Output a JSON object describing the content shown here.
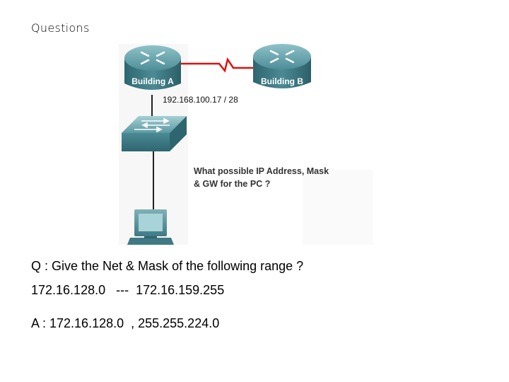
{
  "slide": {
    "title": "Questions"
  },
  "diagram": {
    "router_a_label": "Building A",
    "router_b_label": "Building B",
    "ip_label": "192.168.100.17 / 28",
    "question_line1": "What possible IP Address, Mask",
    "question_line2": "& GW for the PC ?",
    "colors": {
      "router_body": "#3f7f8a",
      "wan_link": "#e01010",
      "lan_link": "#222222",
      "switch_body": "#4a8a94"
    }
  },
  "questions": {
    "q_line": "Q : Give the Net & Mask of the following range ?",
    "range_line": "172.16.128.0   ---  172.16.159.255",
    "answer_line": "A : 172.16.128.0  , 255.255.224.0"
  }
}
